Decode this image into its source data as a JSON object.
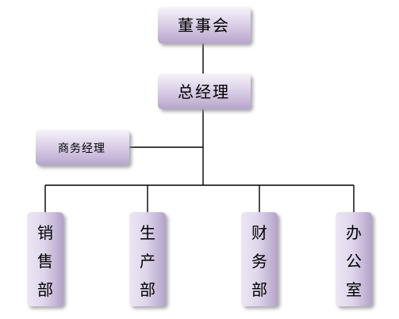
{
  "org_chart": {
    "board": "董事会",
    "general_manager": "总经理",
    "business_manager": "商务经理",
    "departments": [
      {
        "id": "sales",
        "label": "销售部"
      },
      {
        "id": "production",
        "label": "生产部"
      },
      {
        "id": "finance",
        "label": "财务部"
      },
      {
        "id": "office",
        "label": "办公室"
      }
    ]
  },
  "colors": {
    "box_top": "#f6f2fa",
    "box_mid": "#d9cde6",
    "box_bottom": "#b7a5cc",
    "box_shadow": "#8d8d8d",
    "connector": "#000000"
  }
}
